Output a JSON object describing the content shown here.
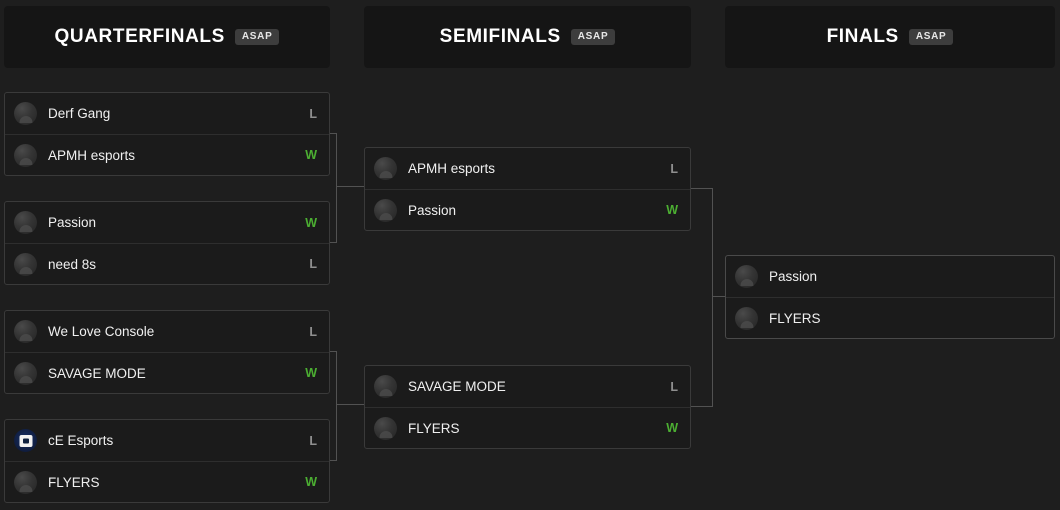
{
  "rounds": [
    {
      "title": "QUARTERFINALS",
      "badge": "ASAP"
    },
    {
      "title": "SEMIFINALS",
      "badge": "ASAP"
    },
    {
      "title": "FINALS",
      "badge": "ASAP"
    }
  ],
  "colors": {
    "page_background": "#1e1e1e",
    "header_background": "#151515",
    "card_background": "#1b1b1b",
    "card_border": "#3a3a3a",
    "win_green": "#4caf32",
    "loss_gray": "#8f8f8f",
    "connector": "#525252",
    "ce_logo_blue": "#16306b"
  },
  "quarterfinals": [
    {
      "teams": [
        {
          "name": "Derf Gang",
          "result": "L",
          "logo": "default-team-logo"
        },
        {
          "name": "APMH esports",
          "result": "W",
          "logo": "default-team-logo"
        }
      ]
    },
    {
      "teams": [
        {
          "name": "Passion",
          "result": "W",
          "logo": "default-team-logo"
        },
        {
          "name": "need 8s",
          "result": "L",
          "logo": "default-team-logo"
        }
      ]
    },
    {
      "teams": [
        {
          "name": "We Love Console",
          "result": "L",
          "logo": "default-team-logo"
        },
        {
          "name": "SAVAGE MODE",
          "result": "W",
          "logo": "default-team-logo"
        }
      ]
    },
    {
      "teams": [
        {
          "name": "cE Esports",
          "result": "L",
          "logo": "ce-esports-logo"
        },
        {
          "name": "FLYERS",
          "result": "W",
          "logo": "default-team-logo"
        }
      ]
    }
  ],
  "semifinals": [
    {
      "teams": [
        {
          "name": "APMH esports",
          "result": "L",
          "logo": "default-team-logo"
        },
        {
          "name": "Passion",
          "result": "W",
          "logo": "default-team-logo"
        }
      ]
    },
    {
      "teams": [
        {
          "name": "SAVAGE MODE",
          "result": "L",
          "logo": "default-team-logo"
        },
        {
          "name": "FLYERS",
          "result": "W",
          "logo": "default-team-logo"
        }
      ]
    }
  ],
  "finals": [
    {
      "teams": [
        {
          "name": "Passion",
          "result": "",
          "logo": "default-team-logo"
        },
        {
          "name": "FLYERS",
          "result": "",
          "logo": "default-team-logo"
        }
      ]
    }
  ]
}
